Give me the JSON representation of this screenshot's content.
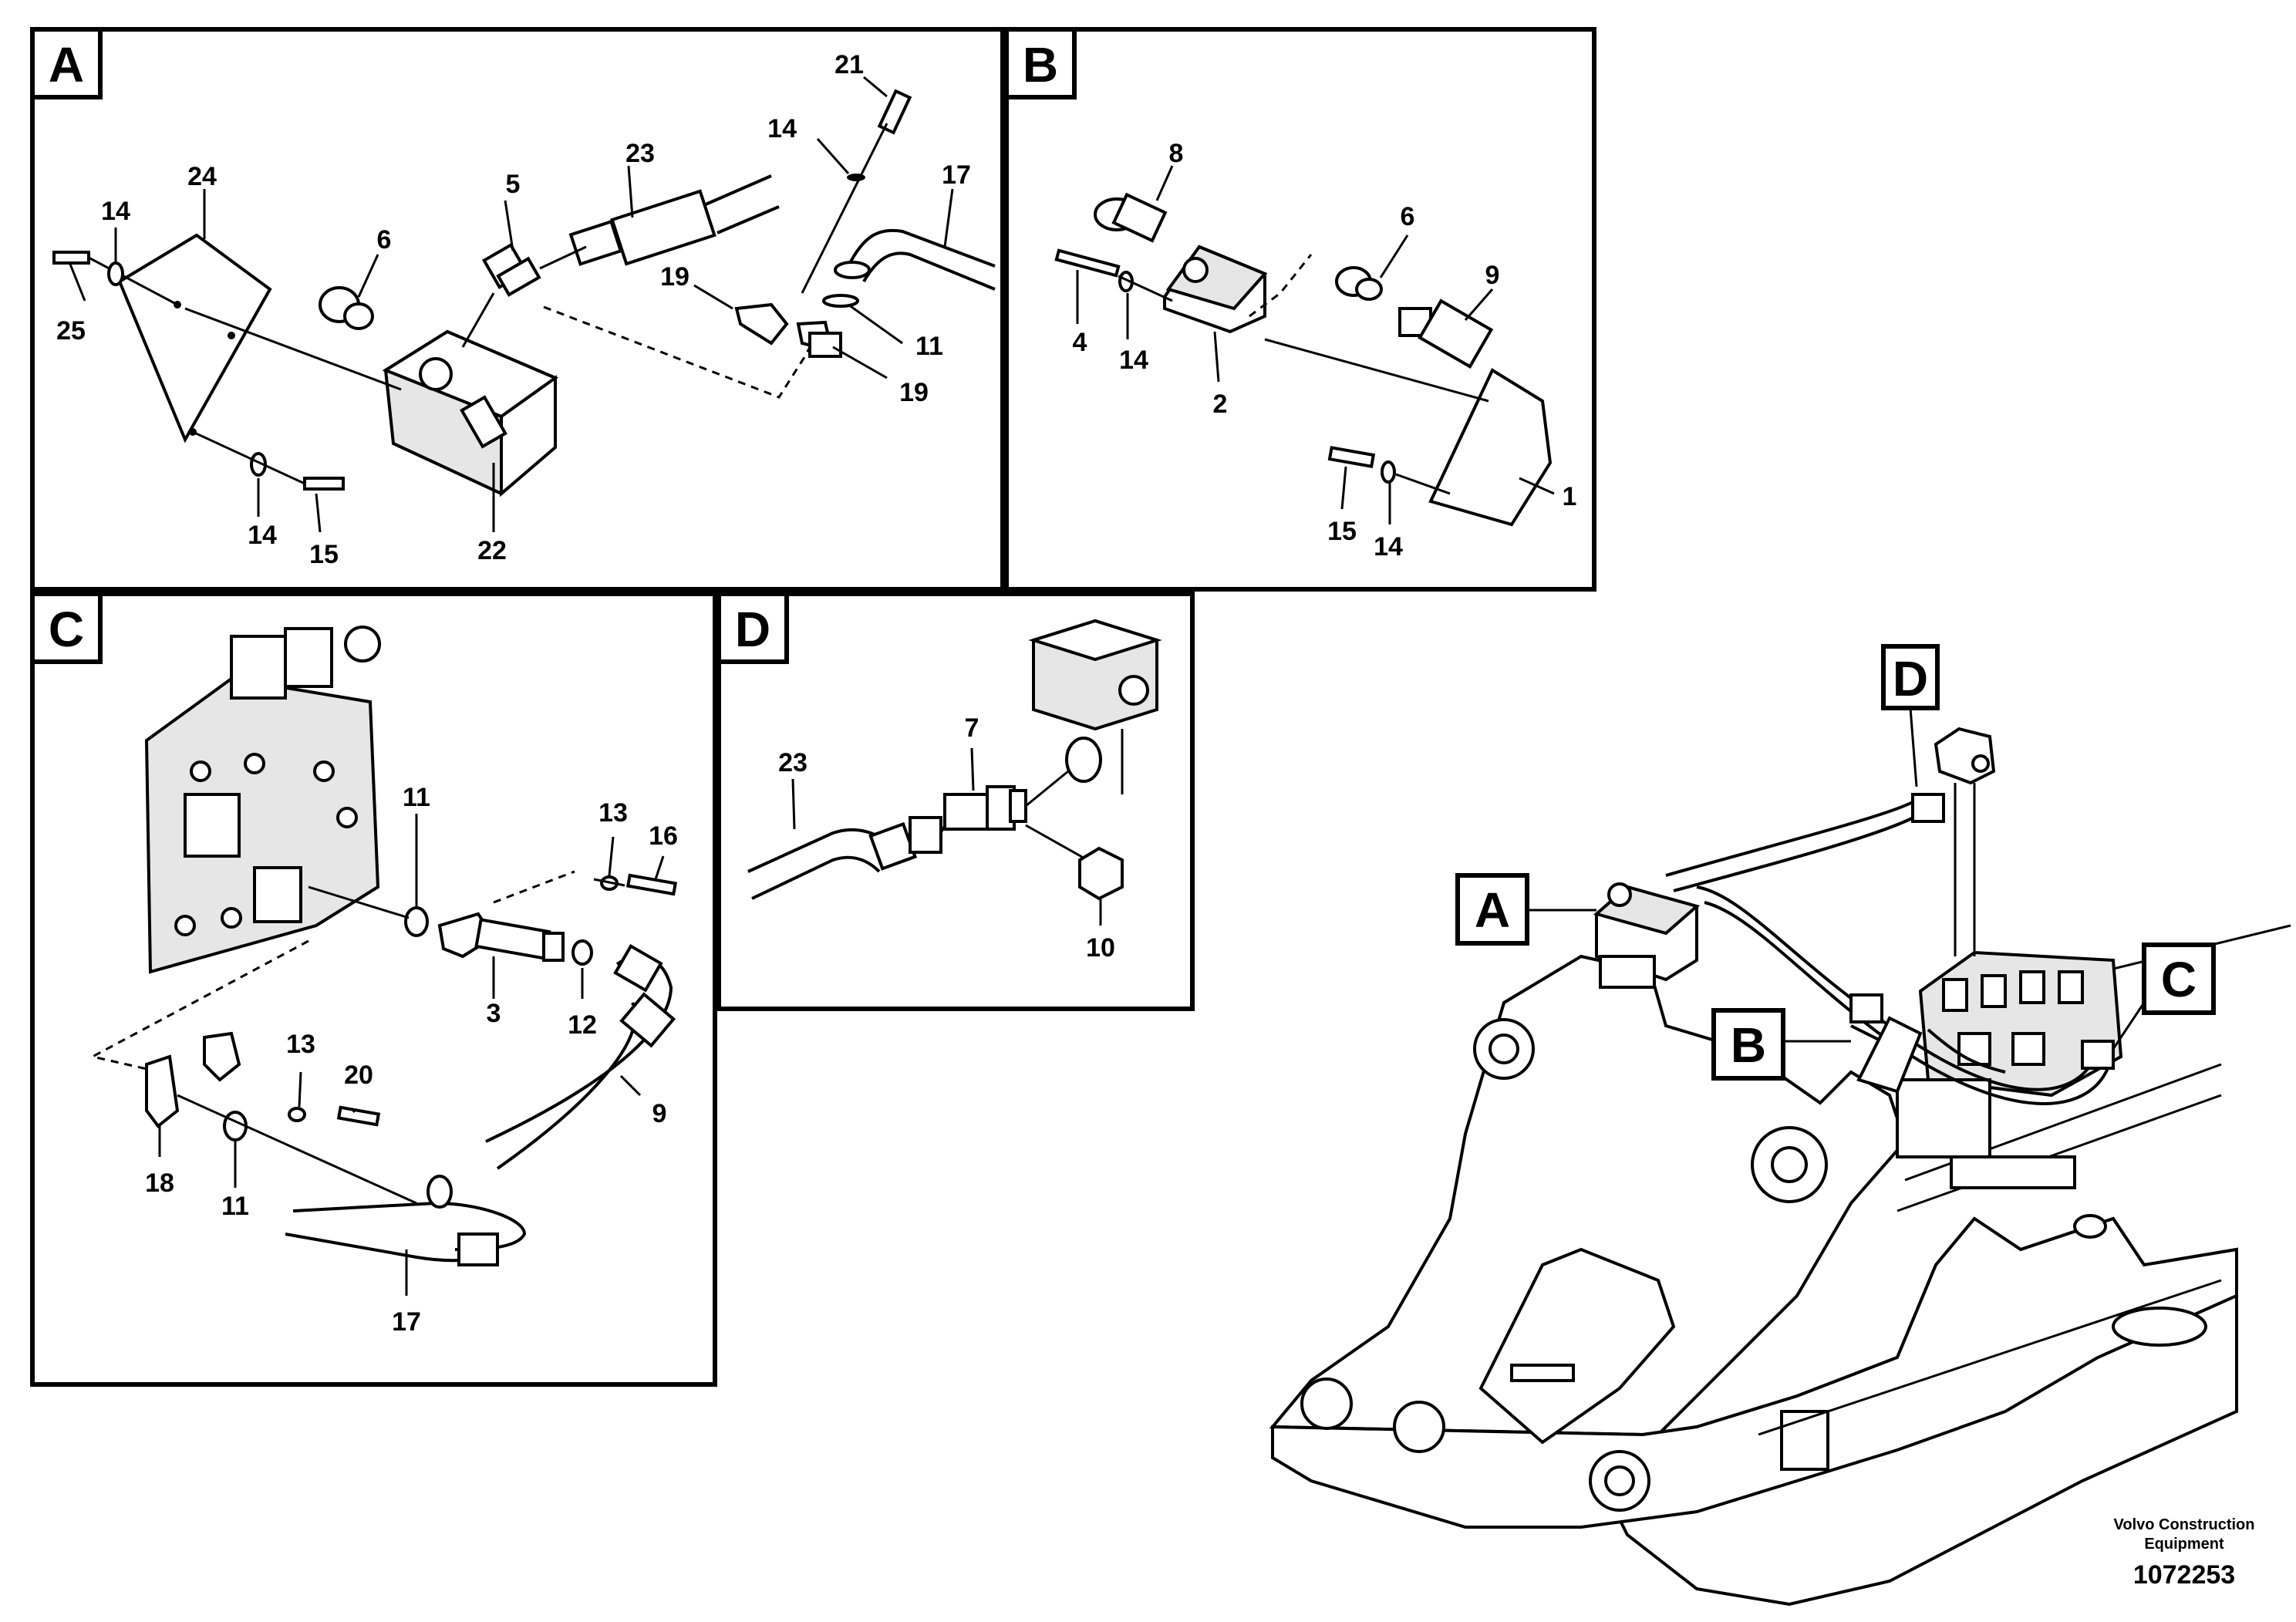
{
  "panels": {
    "A": {
      "label": "A",
      "callouts": [
        "21",
        "14",
        "23",
        "17",
        "5",
        "24",
        "14",
        "6",
        "19",
        "25",
        "11",
        "19",
        "14",
        "15",
        "22"
      ]
    },
    "B": {
      "label": "B",
      "callouts": [
        "8",
        "6",
        "9",
        "4",
        "14",
        "2",
        "15",
        "14",
        "1"
      ]
    },
    "C": {
      "label": "C",
      "callouts": [
        "11",
        "13",
        "16",
        "3",
        "12",
        "9",
        "13",
        "20",
        "18",
        "11",
        "17"
      ]
    },
    "D": {
      "label": "D",
      "callouts": [
        "7",
        "23",
        "10"
      ]
    }
  },
  "overview_tags": [
    "A",
    "B",
    "C",
    "D"
  ],
  "footer": {
    "line1": "Volvo Construction",
    "line2": "Equipment",
    "number": "1072253"
  }
}
